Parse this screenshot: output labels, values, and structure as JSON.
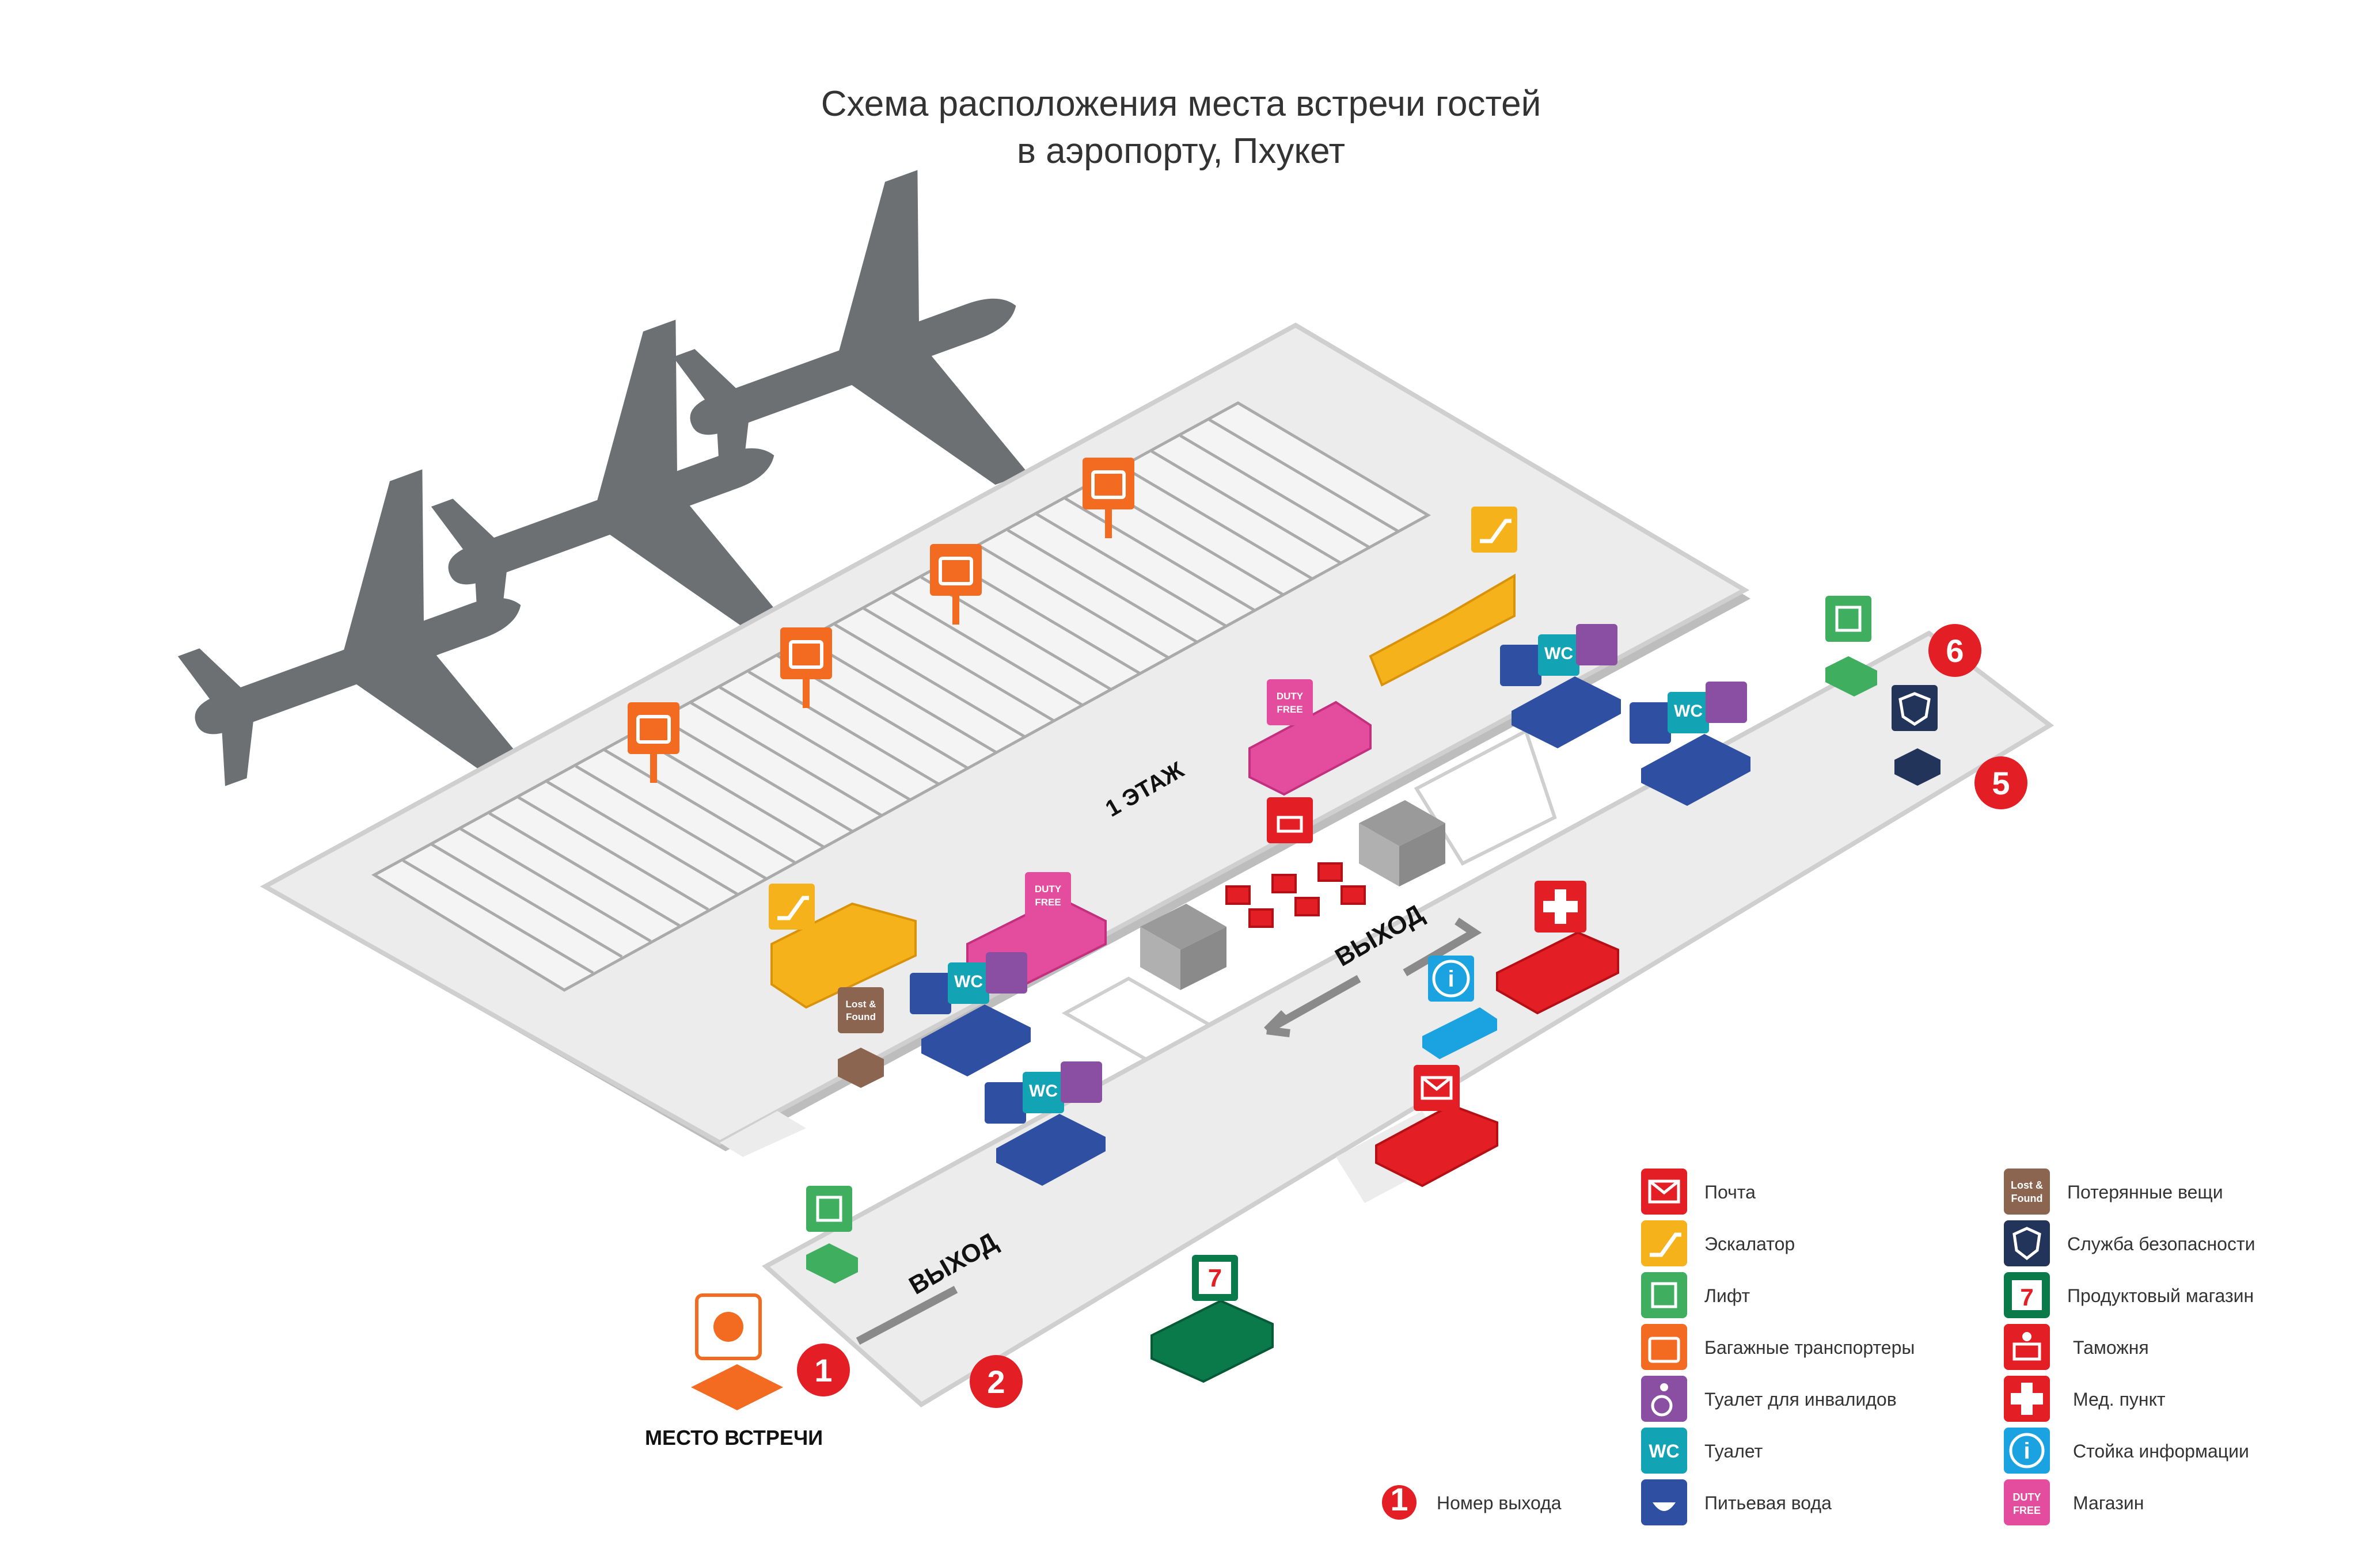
{
  "title": {
    "line1": "Схема расположения места встречи гостей",
    "line2": "в аэропорту, Пхукет"
  },
  "map_labels": {
    "floor": "1 ЭТАЖ",
    "exit_upper": "ВЫХОД",
    "exit_lower": "ВЫХОД",
    "meeting_point": "МЕСТО ВСТРЕЧИ"
  },
  "exits": [
    "1",
    "2",
    "5",
    "6"
  ],
  "icon_texts": {
    "wc": "WC",
    "duty_free_1": "DUTY",
    "duty_free_2": "FREE",
    "lost_1": "Lost &",
    "lost_2": "Found",
    "seven": "7",
    "info": "i"
  },
  "legend": {
    "col1": [
      {
        "icon": "mail-icon",
        "color": "#e31e24",
        "label": "Почта"
      },
      {
        "icon": "escalator-icon",
        "color": "#f6b21b",
        "label": "Эскалатор"
      },
      {
        "icon": "elevator-icon",
        "color": "#3fae5f",
        "label": "Лифт"
      },
      {
        "icon": "baggage-icon",
        "color": "#f26b21",
        "label": "Багажные транспортеры"
      },
      {
        "icon": "wheelchair-icon",
        "color": "#8a4fa2",
        "label": "Туалет для инвалидов"
      },
      {
        "icon": "wc-icon",
        "color": "#12a3b4",
        "label": "Туалет"
      },
      {
        "icon": "drinking-water-icon",
        "color": "#2f4fa2",
        "label": "Питьевая вода"
      }
    ],
    "col2": [
      {
        "icon": "lost-found-icon",
        "color": "#8b6550",
        "label": "Потерянные вещи"
      },
      {
        "icon": "security-icon",
        "color": "#23345a",
        "label": "Служба безопасности"
      },
      {
        "icon": "seven-eleven-icon",
        "color": "#0b7a4b",
        "label": "Продуктовый магазин"
      },
      {
        "icon": "customs-icon",
        "color": "#e31e24",
        "label": "Таможня"
      },
      {
        "icon": "medical-icon",
        "color": "#e31e24",
        "label": "Мед. пункт"
      },
      {
        "icon": "info-icon",
        "color": "#1aa3e0",
        "label": "Стойка информации"
      },
      {
        "icon": "duty-free-icon",
        "color": "#e44d9e",
        "label": "Магазин"
      }
    ],
    "exit_number_label": "Номер выхода",
    "exit_number_sample": "1"
  },
  "colors": {
    "floor": "#ececec",
    "wall": "#cfcfcf",
    "plane": "#6c7072",
    "exit_circle": "#e31e24",
    "meeting": "#f26b21"
  }
}
